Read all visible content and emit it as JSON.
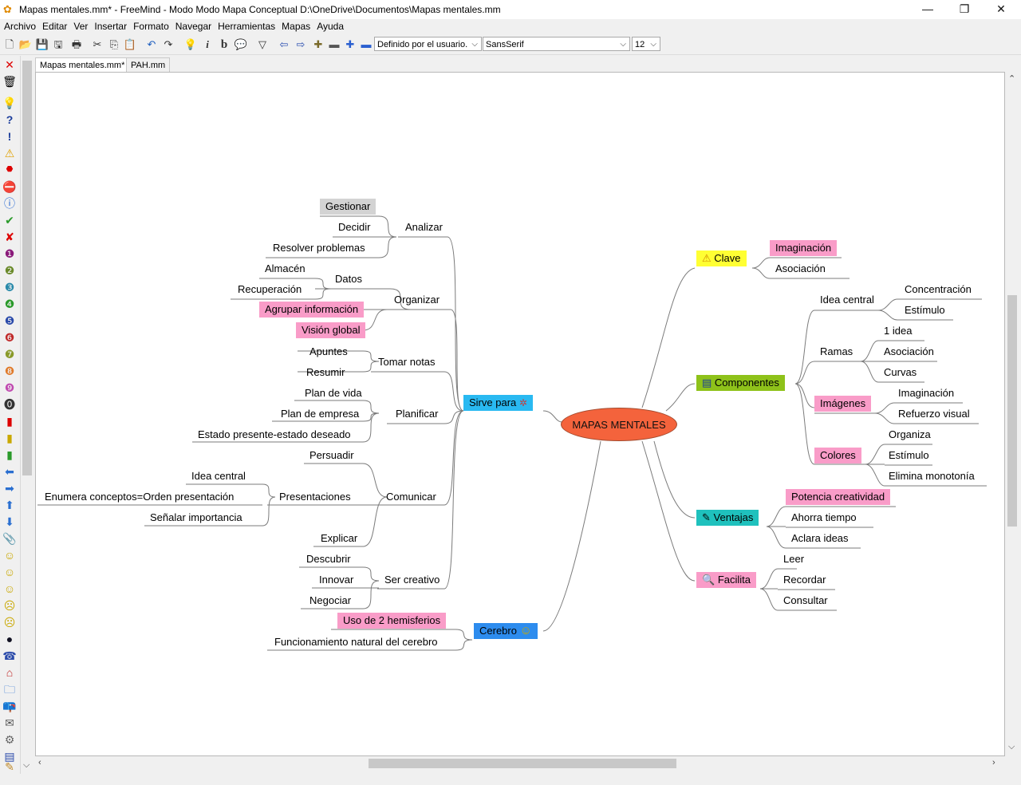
{
  "window": {
    "title": "Mapas mentales.mm* - FreeMind - Modo Modo Mapa Conceptual D:\\OneDrive\\Documentos\\Mapas mentales.mm",
    "minimize": "—",
    "maximize": "❐",
    "close": "✕"
  },
  "menu": [
    "Archivo",
    "Editar",
    "Ver",
    "Insertar",
    "Formato",
    "Navegar",
    "Herramientas",
    "Mapas",
    "Ayuda"
  ],
  "toolbar": {
    "style_combo": "Definido por el usuario.",
    "font_combo": "SansSerif",
    "size_combo": "12"
  },
  "tabs": [
    "Mapas mentales.mm*",
    "PAH.mm"
  ],
  "colors": {
    "root": "#f4633c",
    "pink": "#f99cc8",
    "gray": "#d3d3d3",
    "blue": "#29b9f1",
    "darkblue": "#2d8cee",
    "yellow": "#ffff33",
    "green": "#8ec21a",
    "teal": "#1fc1bd",
    "edge": "#7b7b7b"
  },
  "mindmap": {
    "root": "MAPAS MENTALES",
    "left": {
      "sirve_para": "Sirve para",
      "analizar": "Analizar",
      "gestionar": "Gestionar",
      "decidir": "Decidir",
      "resolver_problemas": "Resolver problemas",
      "organizar": "Organizar",
      "datos": "Datos",
      "almacen": "Almacén",
      "recuperacion": "Recuperación",
      "agrupar_informacion": "Agrupar información",
      "vision_global": "Visión global",
      "tomar_notas": "Tomar notas",
      "apuntes": "Apuntes",
      "resumir": "Resumir",
      "planificar": "Planificar",
      "plan_de_vida": "Plan de vida",
      "plan_de_empresa": "Plan de empresa",
      "estado_presente": "Estado presente-estado deseado",
      "comunicar": "Comunicar",
      "persuadir": "Persuadir",
      "presentaciones": "Presentaciones",
      "idea_central": "Idea central",
      "enumera_conceptos": "Enumera conceptos=Orden presentación",
      "senalar_importancia": "Señalar importancia",
      "explicar": "Explicar",
      "ser_creativo": "Ser creativo",
      "descubrir": "Descubrir",
      "innovar": "Innovar",
      "negociar": "Negociar",
      "cerebro": "Cerebro",
      "uso_hemisferios": "Uso de 2 hemisferios",
      "funcionamiento": "Funcionamiento natural del cerebro"
    },
    "right": {
      "clave": "Clave",
      "imaginacion": "Imaginación",
      "asociacion": "Asociación",
      "componentes": "Componentes",
      "idea_central": "Idea central",
      "concentracion": "Concentración",
      "estimulo": "Estímulo",
      "ramas": "Ramas",
      "una_idea": "1 idea",
      "asociacion2": "Asociación",
      "curvas": "Curvas",
      "imagenes": "Imágenes",
      "imaginacion2": "Imaginación",
      "refuerzo_visual": "Refuerzo visual",
      "colores": "Colores",
      "organiza": "Organiza",
      "estimulo2": "Estímulo",
      "elimina_monotonia": "Elimina monotonía",
      "ventajas": "Ventajas",
      "potencia_creatividad": "Potencia creatividad",
      "ahorra_tiempo": "Ahorra tiempo",
      "aclara_ideas": "Aclara ideas",
      "facilita": "Facilita",
      "leer": "Leer",
      "recordar": "Recordar",
      "consultar": "Consultar"
    }
  },
  "icons": {
    "window": "butterfly-icon",
    "warning": "⚠",
    "list": "▤",
    "wrench": "✎",
    "magnifier": "🔍",
    "smiley": "☺",
    "map": "✲"
  }
}
